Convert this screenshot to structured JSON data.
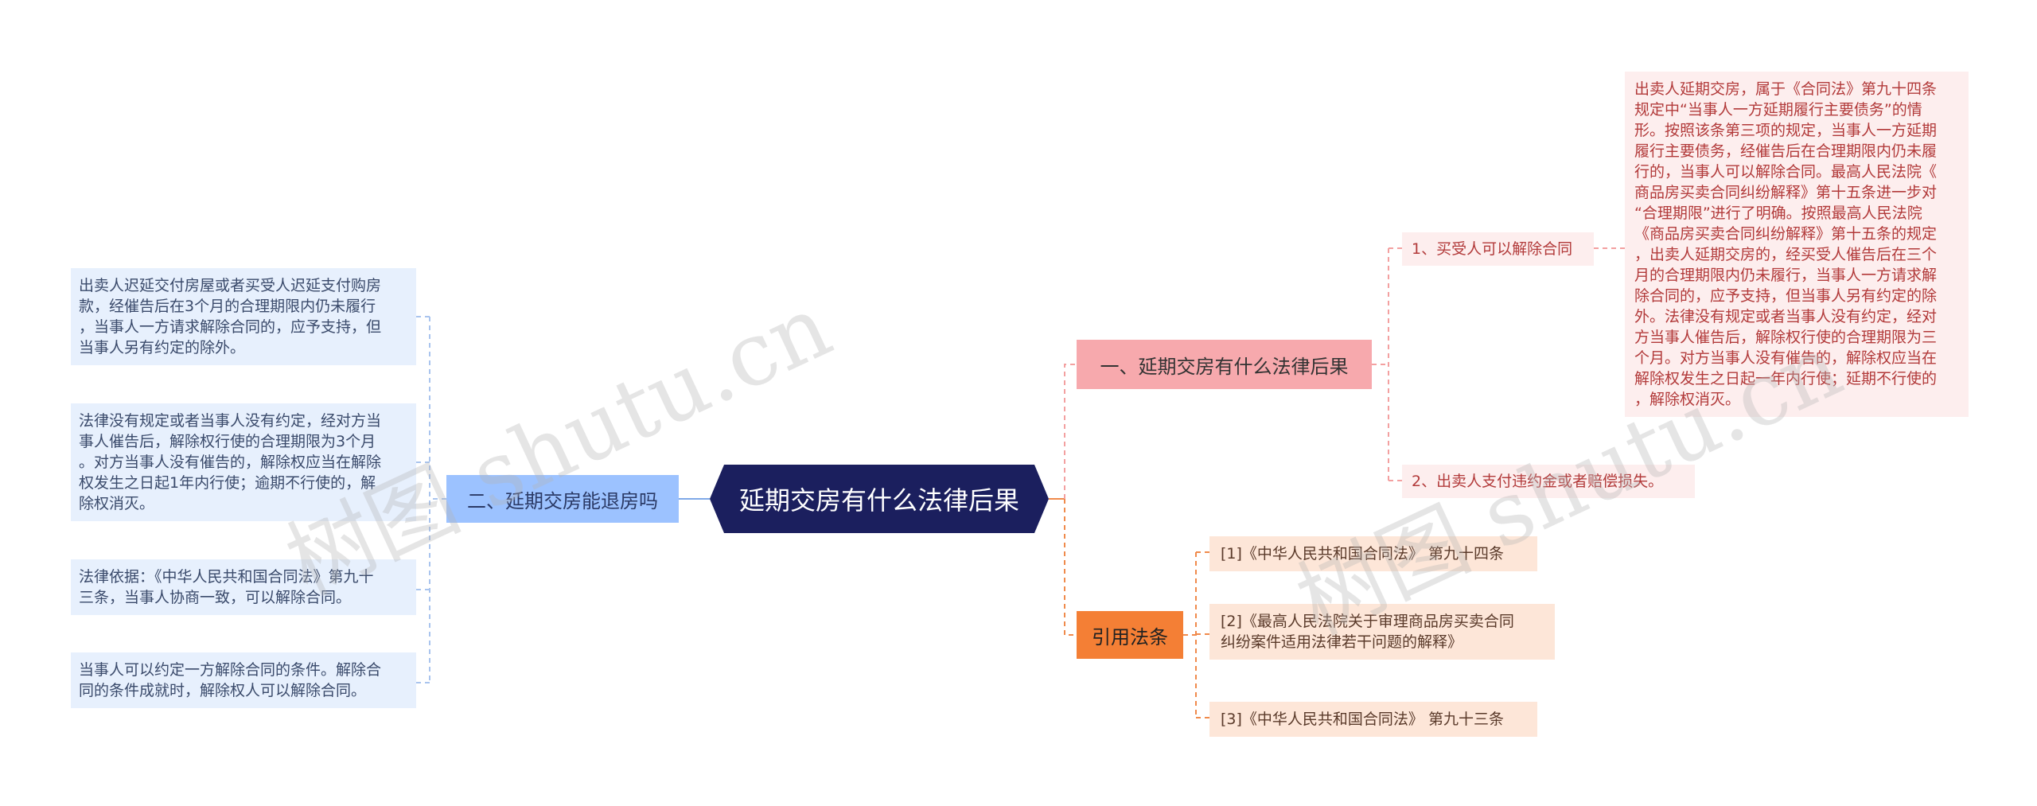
{
  "root": {
    "label": "延期交房有什么法律后果"
  },
  "left_branch": {
    "label": "二、延期交房能退房吗",
    "items": [
      "出卖人迟延交付房屋或者买受人迟延支付购房\n款，经催告后在3个月的合理期限内仍未履行\n，当事人一方请求解除合同的，应予支持，但\n当事人另有约定的除外。",
      "法律没有规定或者当事人没有约定，经对方当\n事人催告后，解除权行使的合理期限为3个月\n。对方当事人没有催告的，解除权应当在解除\n权发生之日起1年内行使；逾期不行使的，解\n除权消灭。",
      "法律依据：《中华人民共和国合同法》第九十\n三条，当事人协商一致，可以解除合同。",
      "当事人可以约定一方解除合同的条件。解除合\n同的条件成就时，解除权人可以解除合同。"
    ]
  },
  "right_branch_1": {
    "label": "一、延期交房有什么法律后果",
    "items": [
      "1、买受人可以解除合同",
      "2、出卖人支付违约金或者赔偿损失。"
    ],
    "detail": "出卖人延期交房，属于《合同法》第九十四条\n规定中“当事人一方延期履行主要债务”的情\n形。按照该条第三项的规定，当事人一方延期\n履行主要债务，经催告后在合理期限内仍未履\n行的，当事人可以解除合同。最高人民法院《\n商品房买卖合同纠纷解释》第十五条进一步对\n“合理期限”进行了明确。按照最高人民法院\n《商品房买卖合同纠纷解释》第十五条的规定\n，出卖人延期交房的，经买受人催告后在三个\n月的合理期限内仍未履行，当事人一方请求解\n除合同的，应予支持，但当事人另有约定的除\n外。法律没有规定或者当事人没有约定，经对\n方当事人催告后，解除权行使的合理期限为三\n个月。对方当事人没有催告的，解除权应当在\n解除权发生之日起一年内行使；延期不行使的\n，解除权消灭。"
  },
  "right_branch_2": {
    "label": "引用法条",
    "items": [
      "[1]《中华人民共和国合同法》 第九十四条",
      "[2]《最高人民法院关于审理商品房买卖合同\n纠纷案件适用法律若干问题的解释》",
      "[3]《中华人民共和国合同法》 第九十三条"
    ]
  },
  "watermark": "树图 shutu.cn",
  "colors": {
    "root": "#1b1f5e",
    "left_branch": "#9cc2ff",
    "right_branch_1": "#f7a9ad",
    "right_branch_2": "#f47f35",
    "left_link": "#7fa9e8",
    "right_link_1": "#f3a0a0",
    "right_link_2": "#f08a4b"
  }
}
